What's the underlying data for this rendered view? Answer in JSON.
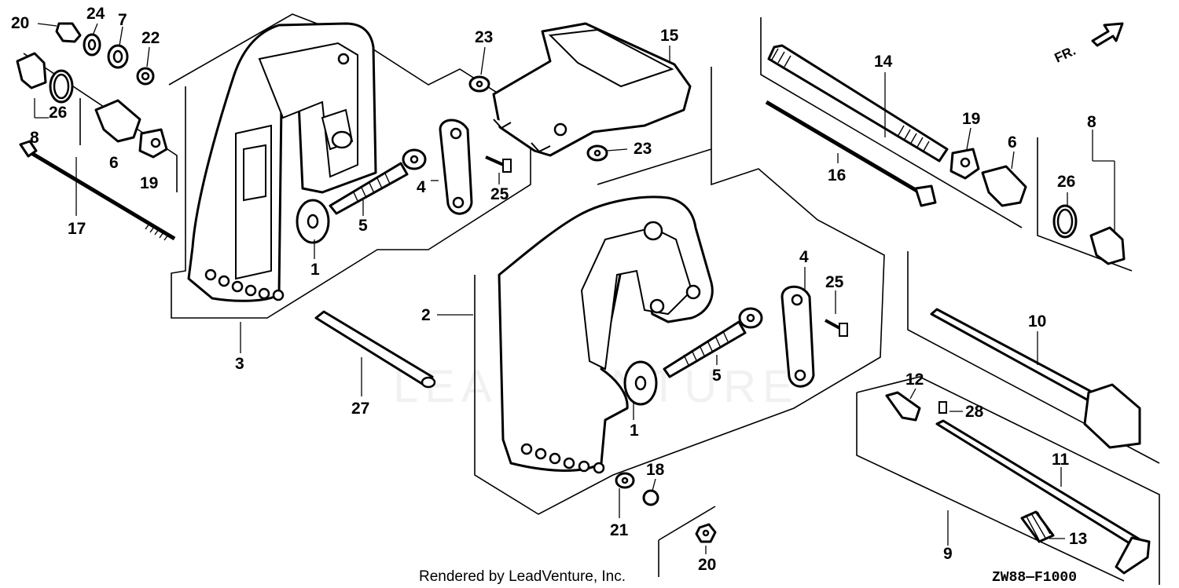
{
  "labels": [
    {
      "id": "p20a",
      "text": "20"
    },
    {
      "id": "p24",
      "text": "24"
    },
    {
      "id": "p7",
      "text": "7"
    },
    {
      "id": "p22",
      "text": "22"
    },
    {
      "id": "p26a",
      "text": "26"
    },
    {
      "id": "p8a",
      "text": "8"
    },
    {
      "id": "p6a",
      "text": "6"
    },
    {
      "id": "p19a",
      "text": "19"
    },
    {
      "id": "p17",
      "text": "17"
    },
    {
      "id": "p3",
      "text": "3"
    },
    {
      "id": "p1a",
      "text": "1"
    },
    {
      "id": "p5a",
      "text": "5"
    },
    {
      "id": "p4a",
      "text": "4"
    },
    {
      "id": "p25a",
      "text": "25"
    },
    {
      "id": "p23a",
      "text": "23"
    },
    {
      "id": "p23b",
      "text": "23"
    },
    {
      "id": "p15",
      "text": "15"
    },
    {
      "id": "p27",
      "text": "27"
    },
    {
      "id": "p2",
      "text": "2"
    },
    {
      "id": "p1b",
      "text": "1"
    },
    {
      "id": "p5b",
      "text": "5"
    },
    {
      "id": "p4b",
      "text": "4"
    },
    {
      "id": "p25b",
      "text": "25"
    },
    {
      "id": "p18",
      "text": "18"
    },
    {
      "id": "p21",
      "text": "21"
    },
    {
      "id": "p20b",
      "text": "20"
    },
    {
      "id": "p14",
      "text": "14"
    },
    {
      "id": "p16",
      "text": "16"
    },
    {
      "id": "p19b",
      "text": "19"
    },
    {
      "id": "p6b",
      "text": "6"
    },
    {
      "id": "p8b",
      "text": "8"
    },
    {
      "id": "p26b",
      "text": "26"
    },
    {
      "id": "p10",
      "text": "10"
    },
    {
      "id": "p12",
      "text": "12"
    },
    {
      "id": "p28",
      "text": "28"
    },
    {
      "id": "p11",
      "text": "11"
    },
    {
      "id": "p13",
      "text": "13"
    },
    {
      "id": "p9",
      "text": "9"
    }
  ],
  "direction_marker": "FR.",
  "watermark": "LEADVENTURE",
  "footer": {
    "credit": "Rendered by LeadVenture, Inc.",
    "diagram_code": "ZW88—F1000"
  }
}
